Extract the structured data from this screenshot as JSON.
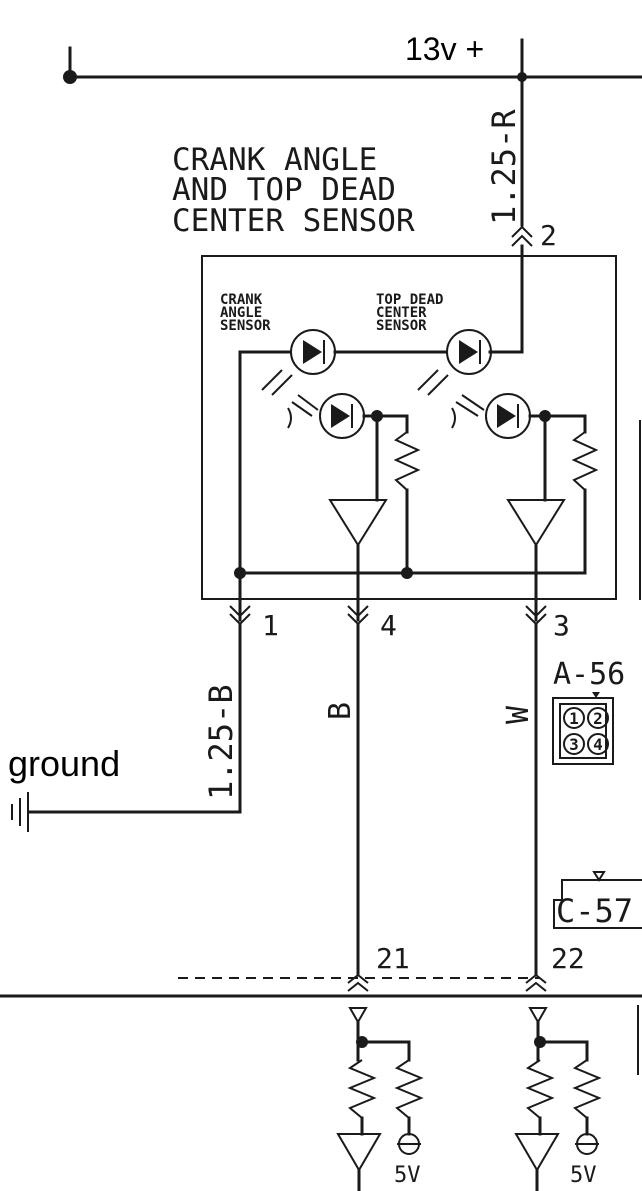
{
  "supply": {
    "label": "13v +",
    "wire": "1.25-R",
    "pin": "2"
  },
  "sensor": {
    "title_line1": "CRANK ANGLE",
    "title_line2": "AND TOP DEAD",
    "title_line3": "CENTER SENSOR",
    "crank_label_1": "CRANK",
    "crank_label_2": "ANGLE",
    "crank_label_3": "SENSOR",
    "tdc_label_1": "TOP DEAD",
    "tdc_label_2": "CENTER",
    "tdc_label_3": "SENSOR"
  },
  "pins": {
    "p1": "1",
    "p4": "4",
    "p3": "3"
  },
  "ground": {
    "label": "ground",
    "wire": "1.25-B"
  },
  "wires": {
    "black": "B",
    "white": "W"
  },
  "connectors": {
    "a56": "A-56",
    "c57": "C-57",
    "pin_1": "1",
    "pin_2": "2",
    "pin_3": "3",
    "pin_4": "4"
  },
  "ecu": {
    "pin_21": "21",
    "pin_22": "22",
    "v1": "5V",
    "v2": "5V"
  },
  "colors": {
    "ink": "#1a1a1a",
    "background": "#ffffff"
  }
}
